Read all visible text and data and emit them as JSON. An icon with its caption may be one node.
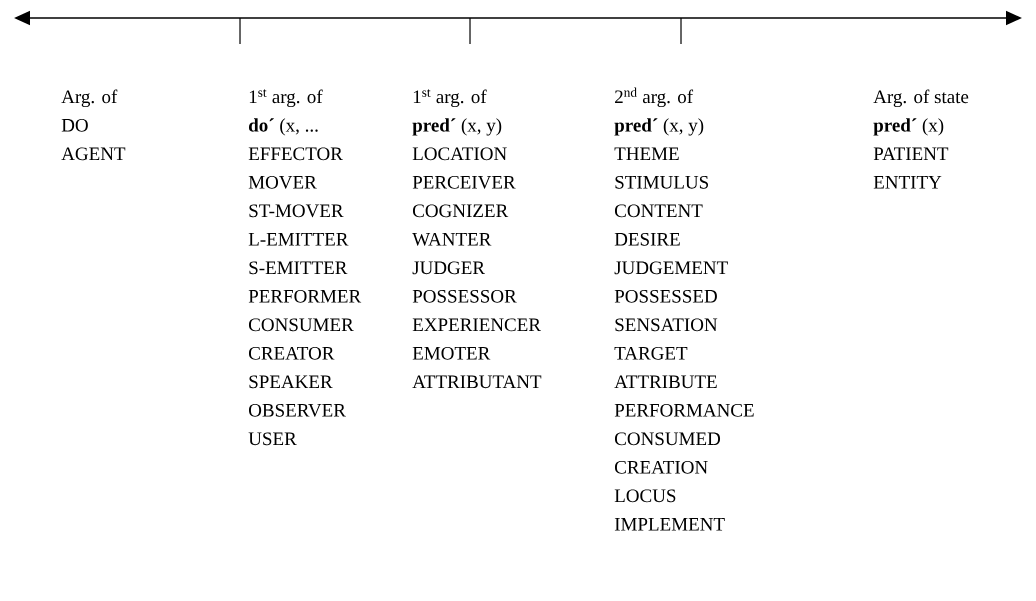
{
  "diagram": {
    "labels": [
      "Arg. of",
      "DO",
      "AGENT",
      "1$^{st}$ arg. of",
      "**do´** (x, ...",
      "EFFECTOR",
      "MOVER",
      "ST-MOVER",
      "L-EMITTER",
      "S-EMITTER",
      "PERFORMER",
      "CONSUMER",
      "CREATOR",
      "SPEAKER",
      "OBSERVER",
      "USER",
      "1$^{st}$ arg. of",
      "**pred´** (x, y)",
      "LOCATION",
      "PERCEIVER",
      "COGNIZER",
      "WANTER",
      "JUDGER",
      "POSSESSOR",
      "EXPERIENCER",
      "EMOTER",
      "ATTRIBUTANT",
      "2$^{nd}$ arg. of",
      "**pred´** (x, y)",
      "THEME",
      "STIMULUS",
      "CONTENT",
      "DESIRE",
      "JUDGEMENT",
      "POSSESSED",
      "SENSATION",
      "TARGET",
      "ATTRIBUTE",
      "PERFORMANCE",
      "CONSUMED",
      "CREATION",
      "LOCUS",
      "IMPLEMENT",
      "Arg. of state",
      "**pred´** (x)",
      "PATIENT",
      "ENTITY"
    ]
  }
}
